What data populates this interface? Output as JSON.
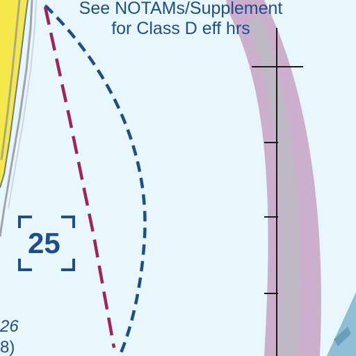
{
  "notam_note": {
    "line1": "See NOTAMs/Supplement",
    "line2": "for Class D eff hrs"
  },
  "grid_box_value": "25",
  "edge_labels": {
    "upper": "26",
    "lower": "8)"
  },
  "colors": {
    "water": "#e8f7fb",
    "class_d_dashed": "#1d4e8a",
    "boundary_maroon": "#a0245a",
    "land_yellow": "#f5e84a",
    "ring_purple": "#c9a6c6",
    "ring_gray": "#b9bcc3",
    "tick_black": "#1a1a1a",
    "runway_blue": "#8fbfd6"
  }
}
